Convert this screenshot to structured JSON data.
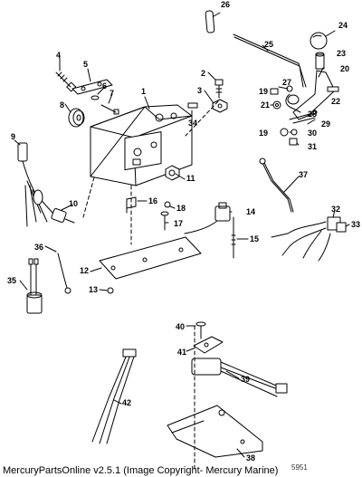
{
  "footer": {
    "caption": "MercuryPartsOnline v2.5.1 (Image Copyright- Mercury Marine)",
    "corner_code": "5951"
  },
  "callouts": [
    "1",
    "2",
    "3",
    "4",
    "5",
    "6",
    "7",
    "8",
    "9",
    "10",
    "11",
    "12",
    "13",
    "14",
    "15",
    "16",
    "17",
    "18",
    "19",
    "20",
    "21",
    "22",
    "23",
    "24",
    "25",
    "26",
    "27",
    "28",
    "29",
    "30",
    "31",
    "32",
    "33",
    "34",
    "35",
    "36",
    "37",
    "38",
    "39",
    "40",
    "41",
    "42"
  ]
}
